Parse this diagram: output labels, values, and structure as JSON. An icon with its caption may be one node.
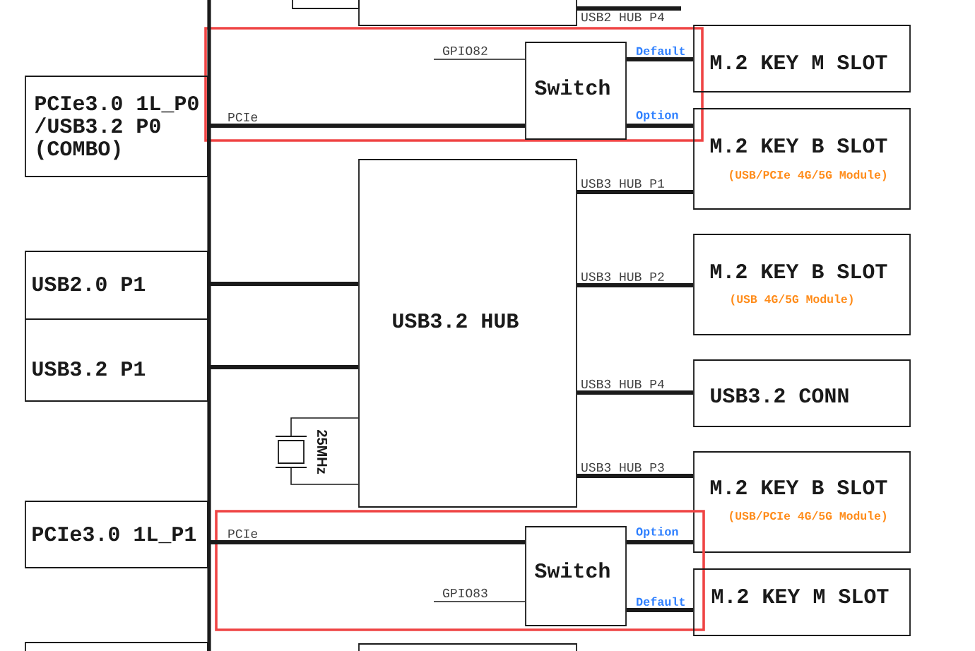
{
  "diagram": {
    "nodes": [
      {
        "text": [],
        "shape": "box"
      },
      {
        "text": [],
        "shape": "box"
      },
      {
        "text": [],
        "shape": "box"
      },
      {
        "text": [
          "Switch"
        ],
        "in": 2
      },
      {
        "text": [
          "M.2 KEY M SLOT"
        ]
      },
      {
        "text": [
          "PCIe3.0 1L_P0 /USB3.2 P0 (COMBO)"
        ]
      },
      {
        "text": [
          "M.2 KEY B SLOT",
          "(USB/PCIe 4G/5G Module)"
        ]
      },
      {
        "text": [
          "USB3.2 HUB"
        ]
      },
      {
        "text": [
          "M.2 KEY B SLOT",
          "(USB 4G/5G Module)"
        ]
      },
      {
        "text": [
          "USB2.0 P1"
        ]
      },
      {
        "text": [
          "USB3.2 P1"
        ]
      },
      {
        "text": [
          "USB3.2 CONN"
        ]
      },
      {
        "text": [],
        "shape": "crystal",
        "beside": [
          "25MHz"
        ]
      },
      {
        "text": [
          "M.2 KEY B SLOT",
          "(USB/PCIe 4G/5G Module)"
        ]
      },
      {
        "text": [
          "PCIe3.0 1L_P1"
        ]
      },
      {
        "text": [],
        "shape": "box"
      },
      {
        "text": [
          "Switch"
        ],
        "in": 15
      },
      {
        "text": [
          "M.2 KEY M SLOT"
        ]
      },
      {
        "text": [],
        "shape": "box"
      },
      {
        "text": [],
        "shape": "box"
      }
    ],
    "edges": [
      {
        "from": 1,
        "to": null,
        "arrow": "none",
        "label": "USB2 HUB P4"
      },
      {
        "from": null,
        "to": 3,
        "arrow": "none",
        "label": "GPIO82"
      },
      {
        "from": 3,
        "to": 4,
        "arrow": "none",
        "label": "Default"
      },
      {
        "from": 5,
        "to": 3,
        "arrow": "none",
        "label": "PCIe"
      },
      {
        "from": 3,
        "to": 6,
        "arrow": "none",
        "label": "Option"
      },
      {
        "from": 7,
        "to": 6,
        "arrow": "none",
        "label": "USB3 HUB P1"
      },
      {
        "from": 9,
        "to": 7,
        "arrow": "none"
      },
      {
        "from": 7,
        "to": 8,
        "arrow": "none",
        "label": "USB3 HUB P2"
      },
      {
        "from": 10,
        "to": 7,
        "arrow": "none"
      },
      {
        "from": 7,
        "to": 11,
        "arrow": "none",
        "label": "USB3 HUB P4"
      },
      {
        "from": 12,
        "to": 7,
        "arrow": "none"
      },
      {
        "from": 12,
        "to": 7,
        "arrow": "none"
      },
      {
        "from": 7,
        "to": 13,
        "arrow": "none",
        "label": "USB3 HUB P3"
      },
      {
        "from": 14,
        "to": 16,
        "arrow": "none",
        "label": "PCIe"
      },
      {
        "from": 16,
        "to": 13,
        "arrow": "none",
        "label": "Option"
      },
      {
        "from": null,
        "to": 16,
        "arrow": "none",
        "label": "GPIO83"
      },
      {
        "from": 16,
        "to": 17,
        "arrow": "none",
        "label": "Default"
      }
    ]
  }
}
